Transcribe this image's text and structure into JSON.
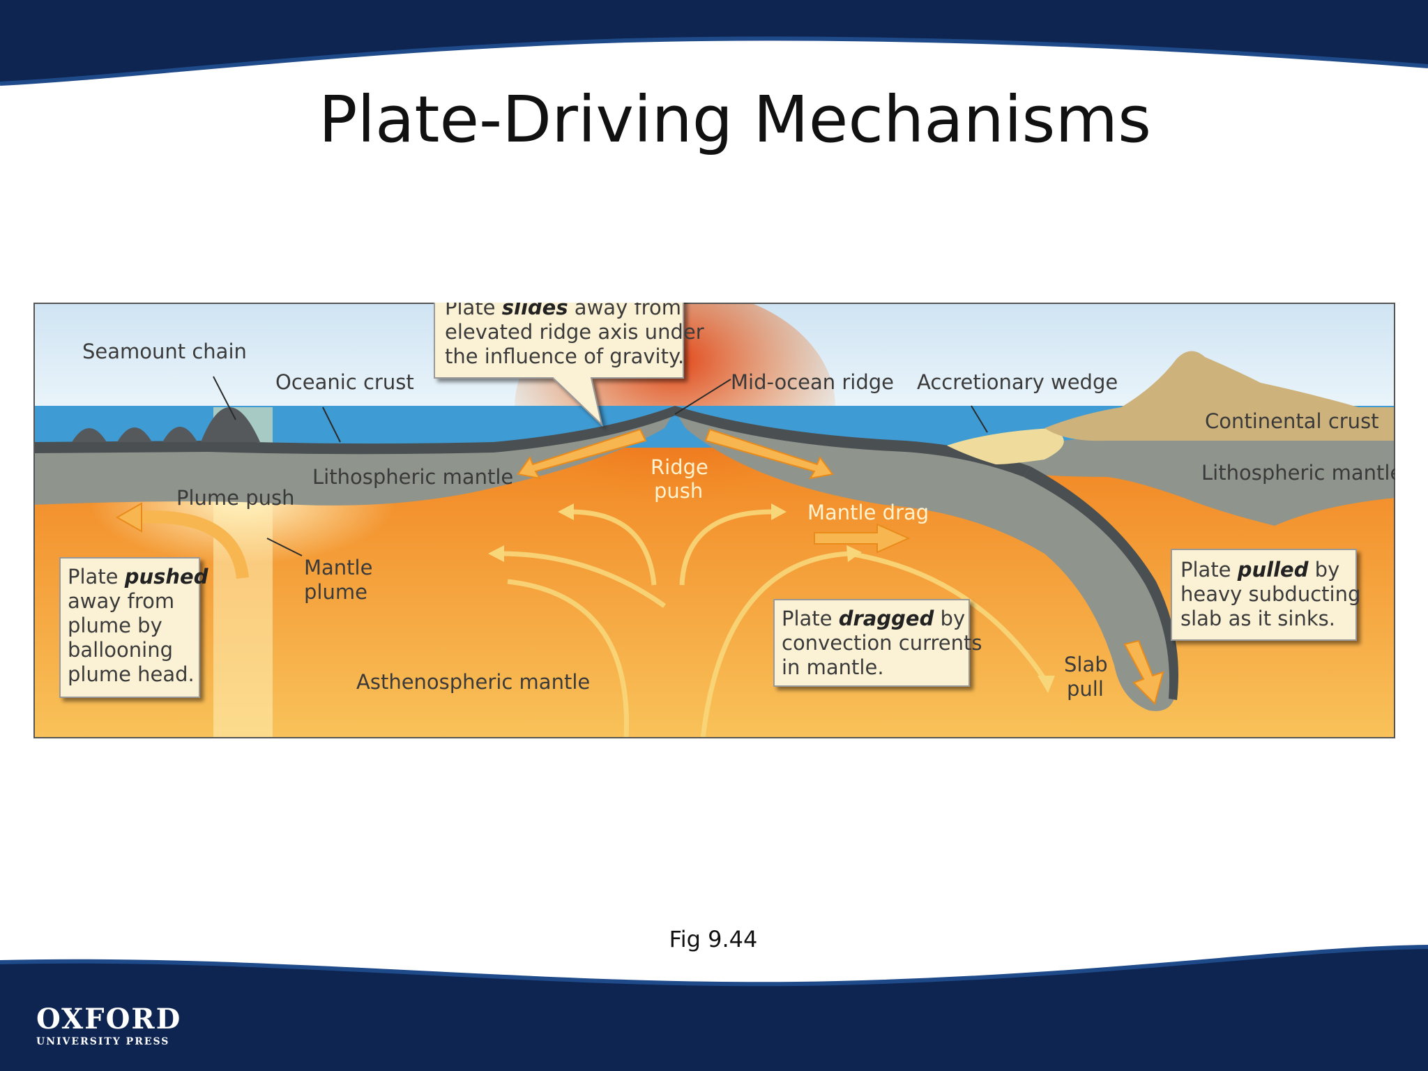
{
  "slide": {
    "title": "Plate-Driving Mechanisms",
    "caption": "Fig 9.44",
    "publisher_line1": "OXFORD",
    "publisher_line2": "UNIVERSITY PRESS"
  },
  "colors": {
    "band": "#0d2550",
    "sky": "#dcecf6",
    "sea": "#3f9bd3",
    "asthenosphere": "#f29a2a",
    "lithosphere": "#8f948d",
    "crust": "#4a4f52",
    "continent": "#cdb27c",
    "callout_fill": "#fbf2d5",
    "arrow": "#f7b64f"
  },
  "diagram": {
    "labels": {
      "seamount_chain": "Seamount chain",
      "oceanic_crust": "Oceanic crust",
      "mid_ocean_ridge": "Mid-ocean ridge",
      "accretionary_wedge": "Accretionary wedge",
      "continental_crust": "Continental crust",
      "lithospheric_mantle_left": "Lithospheric mantle",
      "lithospheric_mantle_right": "Lithospheric mantle",
      "ridge_push_1": "Ridge",
      "ridge_push_2": "push",
      "plume_push": "Plume push",
      "mantle_plume_1": "Mantle",
      "mantle_plume_2": "plume",
      "mantle_drag": "Mantle drag",
      "asthenospheric_mantle": "Asthenospheric mantle",
      "slab_pull_1": "Slab",
      "slab_pull_2": "pull"
    },
    "callouts": {
      "slides": {
        "l1_pre": "Plate ",
        "l1_bold": "slides",
        "l1_post": " away from",
        "l2": "elevated ridge axis under",
        "l3": "the influence of gravity."
      },
      "pushed": {
        "l1_pre": "Plate ",
        "l1_bold": "pushed",
        "l2": "away from",
        "l3": "plume by",
        "l4": "ballooning",
        "l5": "plume head."
      },
      "dragged": {
        "l1_pre": "Plate ",
        "l1_bold": "dragged",
        "l1_post": " by",
        "l2": "convection currents",
        "l3": "in mantle."
      },
      "pulled": {
        "l1_pre": "Plate ",
        "l1_bold": "pulled",
        "l1_post": " by",
        "l2": "heavy subducting",
        "l3": "slab as it sinks."
      }
    }
  }
}
